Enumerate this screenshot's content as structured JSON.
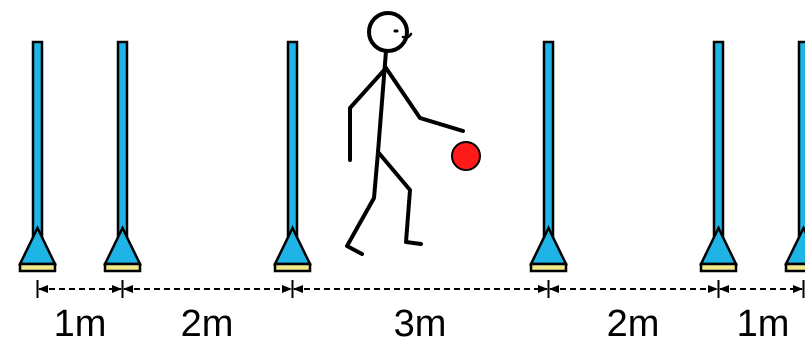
{
  "diagram": {
    "colors": {
      "pole_fill": "#1fb4e6",
      "pole_outline": "#000000",
      "base_stripe": "#f2e98a",
      "ball": "#ff1a1a",
      "line": "#000000"
    },
    "icons": [
      "slalom-pole-icon",
      "stick-figure-icon",
      "ball-icon",
      "arrow-icon"
    ],
    "poles_count": 6,
    "gaps": [
      {
        "label": "1m"
      },
      {
        "label": "2m"
      },
      {
        "label": "3m"
      },
      {
        "label": "2m"
      },
      {
        "label": "1m"
      }
    ]
  }
}
